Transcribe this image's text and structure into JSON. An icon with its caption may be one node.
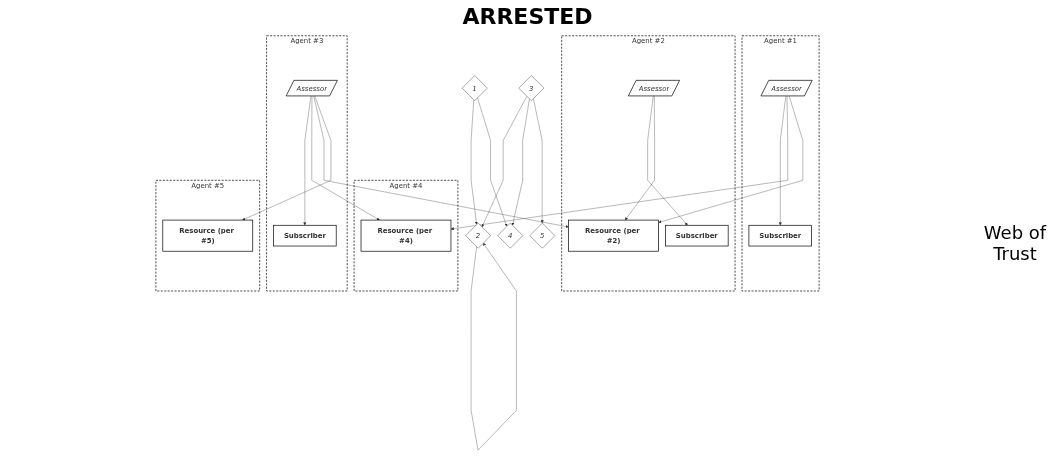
{
  "diagram": {
    "title": "ARRESTED",
    "nodes": [
      {
        "text": [
          "Agent #1"
        ]
      },
      {
        "text": [
          "Subscriber"
        ],
        "in": 0
      },
      {
        "text": [
          "Assessor"
        ],
        "in": 0
      },
      {
        "text": [
          "Agent #4"
        ]
      },
      {
        "text": [
          "Resource (per #4)"
        ],
        "in": 3
      },
      {
        "text": [
          "Agent #2"
        ]
      },
      {
        "text": [
          "Subscriber"
        ],
        "in": 5
      },
      {
        "text": [
          "Assessor"
        ],
        "in": 5
      },
      {
        "text": [
          "Resource (per #2)"
        ],
        "in": 5
      },
      {
        "text": [
          "Agent #3"
        ]
      },
      {
        "text": [
          "Subscriber"
        ],
        "in": 9
      },
      {
        "text": [
          "Assessor"
        ],
        "in": 9
      },
      {
        "text": [
          "Agent #5"
        ]
      },
      {
        "text": [
          "Resource (per #5)"
        ],
        "in": 12
      },
      {
        "text": [
          "1"
        ]
      },
      {
        "text": [
          "2"
        ]
      },
      {
        "text": [
          "4"
        ]
      },
      {
        "text": [
          "3"
        ]
      },
      {
        "text": [
          "5"
        ]
      }
    ],
    "edges": [
      {
        "from": 2,
        "to": 1,
        "arrow": "to"
      },
      {
        "from": 2,
        "to": 4,
        "arrow": "to"
      },
      {
        "from": 2,
        "to": 8,
        "arrow": "to"
      },
      {
        "from": 7,
        "to": 6,
        "arrow": "to"
      },
      {
        "from": 7,
        "to": 8,
        "arrow": "to"
      },
      {
        "from": 11,
        "to": 10,
        "arrow": "to"
      },
      {
        "from": 11,
        "to": 4,
        "arrow": "to"
      },
      {
        "from": 11,
        "to": 8,
        "arrow": "to"
      },
      {
        "from": 11,
        "to": 13,
        "arrow": "to"
      },
      {
        "from": 14,
        "to": 15,
        "arrow": "to"
      },
      {
        "from": 14,
        "to": 16,
        "arrow": "to"
      },
      {
        "from": 15,
        "to": 15,
        "arrow": "to"
      },
      {
        "from": 17,
        "to": 15,
        "arrow": "to"
      },
      {
        "from": 17,
        "to": 16,
        "arrow": "to"
      },
      {
        "from": 17,
        "to": 18,
        "arrow": "to"
      }
    ],
    "labels": [
      "Web of Trust"
    ]
  }
}
